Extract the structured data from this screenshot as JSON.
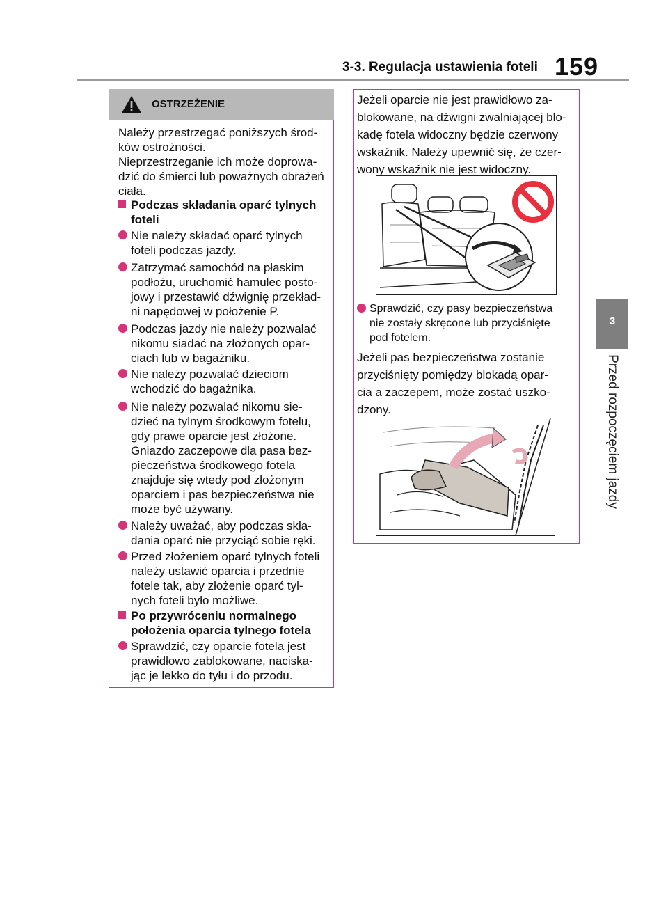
{
  "header": {
    "section_title": "3-3. Regulacja ustawienia foteli",
    "page_number": "159"
  },
  "side_tab": {
    "chapter_number": "3",
    "chapter_label": "Przed rozpoczęciem jazdy"
  },
  "warning": {
    "title": "OSTRZEŻENIE",
    "intro": [
      "Należy przestrzegać poniższych środ-",
      "ków ostrożności.",
      "Nieprzestrzeganie ich może doprowa-",
      "dzić do śmierci lub poważnych obrażeń",
      "ciała."
    ],
    "section1_heading": [
      "Podczas składania oparć tylnych",
      "foteli"
    ],
    "bullets1": [
      [
        "Nie należy składać oparć tylnych",
        "foteli podczas jazdy."
      ],
      [
        "Zatrzymać samochód na płaskim",
        "podłożu, uruchomić hamulec posto-",
        "jowy i przestawić dźwignię przekład-",
        "ni napędowej w położenie P."
      ],
      [
        "Podczas jazdy nie należy pozwalać",
        "nikomu siadać na złożonych opar-",
        "ciach lub w bagażniku."
      ],
      [
        "Nie należy pozwalać dzieciom",
        "wchodzić do bagażnika."
      ],
      [
        "Nie należy pozwalać nikomu sie-",
        "dzieć na tylnym środkowym fotelu,",
        "gdy prawe oparcie jest złożone.",
        "Gniazdo zaczepowe dla pasa bez-",
        "pieczeństwa środkowego fotela",
        "znajduje się wtedy pod złożonym",
        "oparciem i pas bezpieczeństwa nie",
        "może być używany."
      ],
      [
        "Należy uważać, aby podczas skła-",
        "dania oparć nie przyciąć sobie ręki."
      ],
      [
        "Przed złożeniem oparć tylnych foteli",
        "należy ustawić oparcia i przednie",
        "fotele tak, aby złożenie oparć tyl-",
        "nych foteli było możliwe."
      ]
    ],
    "section2_heading": [
      "Po przywróceniu normalnego",
      "położenia oparcia tylnego fotela"
    ],
    "bullets2": [
      [
        "Sprawdzić, czy oparcie fotela jest",
        "prawidłowo zablokowane, naciska-",
        "jąc je lekko do tyłu i do przodu."
      ]
    ]
  },
  "right": {
    "para1": [
      "Jeżeli oparcie nie jest prawidłowo za-",
      "blokowane, na dźwigni zwalniającej blo-",
      "kadę fotela widoczny będzie czerwony",
      "wskaźnik. Należy upewnić się, że czer-",
      "wony wskaźnik nie jest widoczny."
    ],
    "bullet": [
      "Sprawdzić, czy pasy bezpieczeństwa",
      "nie zostały skręcone lub przyciśnięte",
      "pod fotelem."
    ],
    "para2": [
      "Jeżeli pas bezpieczeństwa zostanie",
      "przyciśnięty pomiędzy blokadą opar-",
      "cia a zaczepem, może zostać uszko-",
      "dzony."
    ]
  },
  "colors": {
    "accent": "#d6347a",
    "header_gray": "#b8b8b8",
    "tab_gray": "#7f7f7f"
  },
  "icons": [
    "warning-triangle-icon",
    "prohibition-icon"
  ]
}
